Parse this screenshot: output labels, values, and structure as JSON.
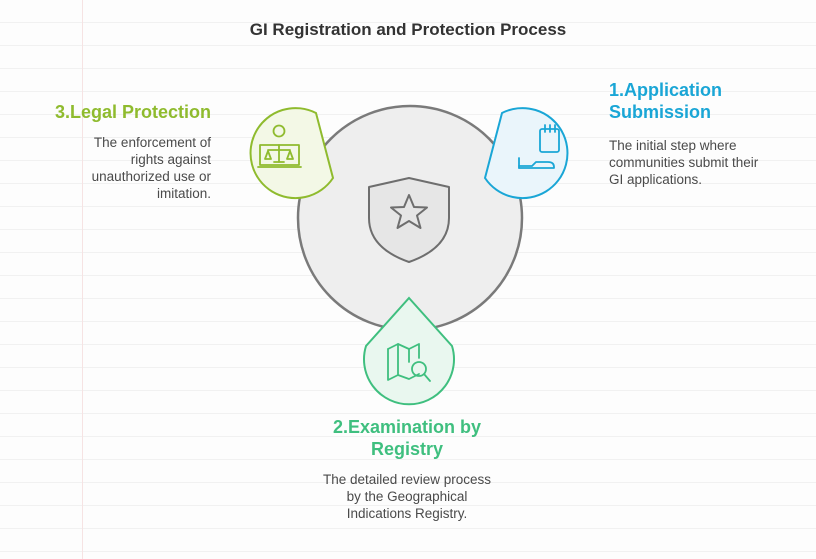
{
  "title": "GI Registration and Protection Process",
  "center": {
    "icon": "shield-star-icon"
  },
  "steps": [
    {
      "label": "1.Application Submission",
      "description": "The initial step where communities submit their GI applications.",
      "icon": "form-hand-icon",
      "color": "#1aa6d6"
    },
    {
      "label": "2.Examination by Registry",
      "description": "The detailed review process by the Geographical Indications Registry.",
      "icon": "map-search-icon",
      "color": "#3fbf7f"
    },
    {
      "label": "3.Legal Protection",
      "description": "The enforcement of rights against unauthorized use or imitation.",
      "icon": "judge-scales-icon",
      "color": "#8fbb2e"
    }
  ]
}
